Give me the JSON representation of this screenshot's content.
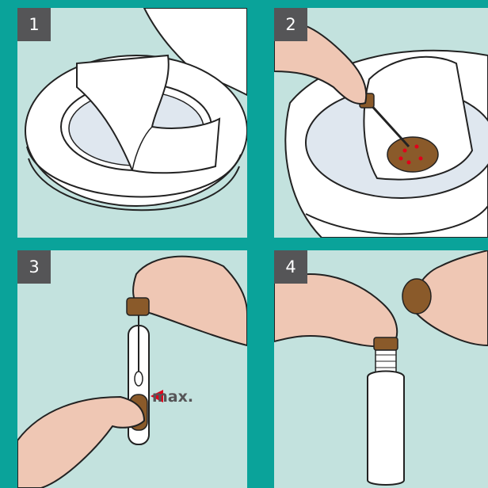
{
  "steps": [
    {
      "number": "1"
    },
    {
      "number": "2"
    },
    {
      "number": "3",
      "fill_marker_label": "max."
    },
    {
      "number": "4"
    }
  ],
  "colors": {
    "frame": "#0aa39a",
    "panel_background": "#c3e2de",
    "badge": "#555557",
    "skin": "#efc7b4",
    "sample": "#8a5a2a",
    "marker": "#e2001a"
  }
}
